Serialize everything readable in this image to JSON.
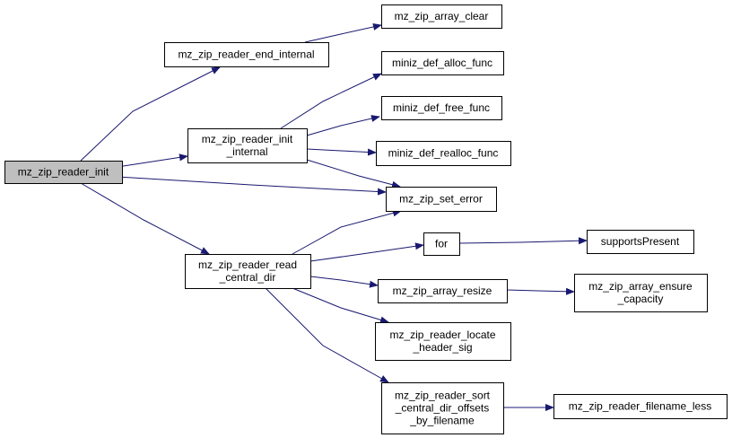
{
  "colors": {
    "edge": "#191970",
    "node_border": "#000000",
    "node_fill": "#ffffff",
    "root_fill": "#bfbfbf"
  },
  "nodes": {
    "root": {
      "lines": [
        "mz_zip_reader_init"
      ]
    },
    "end_internal": {
      "lines": [
        "mz_zip_reader_end_internal"
      ]
    },
    "array_clear": {
      "lines": [
        "mz_zip_array_clear"
      ]
    },
    "init_internal": {
      "lines": [
        "mz_zip_reader_init",
        "_internal"
      ]
    },
    "def_alloc": {
      "lines": [
        "miniz_def_alloc_func"
      ]
    },
    "def_free": {
      "lines": [
        "miniz_def_free_func"
      ]
    },
    "def_realloc": {
      "lines": [
        "miniz_def_realloc_func"
      ]
    },
    "set_error": {
      "lines": [
        "mz_zip_set_error"
      ]
    },
    "read_central": {
      "lines": [
        "mz_zip_reader_read",
        "_central_dir"
      ]
    },
    "for": {
      "lines": [
        "for"
      ]
    },
    "supports_present": {
      "lines": [
        "supportsPresent"
      ]
    },
    "array_resize": {
      "lines": [
        "mz_zip_array_resize"
      ]
    },
    "ensure_capacity": {
      "lines": [
        "mz_zip_array_ensure",
        "_capacity"
      ]
    },
    "locate_header": {
      "lines": [
        "mz_zip_reader_locate",
        "_header_sig"
      ]
    },
    "sort_offsets": {
      "lines": [
        "mz_zip_reader_sort",
        "_central_dir_offsets",
        "_by_filename"
      ]
    },
    "filename_less": {
      "lines": [
        "mz_zip_reader_filename_less"
      ]
    }
  },
  "edges": [
    [
      "root",
      "end_internal"
    ],
    [
      "root",
      "init_internal"
    ],
    [
      "root",
      "set_error"
    ],
    [
      "root",
      "read_central"
    ],
    [
      "end_internal",
      "array_clear"
    ],
    [
      "init_internal",
      "def_alloc"
    ],
    [
      "init_internal",
      "def_free"
    ],
    [
      "init_internal",
      "def_realloc"
    ],
    [
      "init_internal",
      "set_error"
    ],
    [
      "read_central",
      "set_error"
    ],
    [
      "read_central",
      "for"
    ],
    [
      "read_central",
      "array_resize"
    ],
    [
      "read_central",
      "locate_header"
    ],
    [
      "read_central",
      "sort_offsets"
    ],
    [
      "for",
      "supports_present"
    ],
    [
      "array_resize",
      "ensure_capacity"
    ],
    [
      "sort_offsets",
      "filename_less"
    ]
  ]
}
